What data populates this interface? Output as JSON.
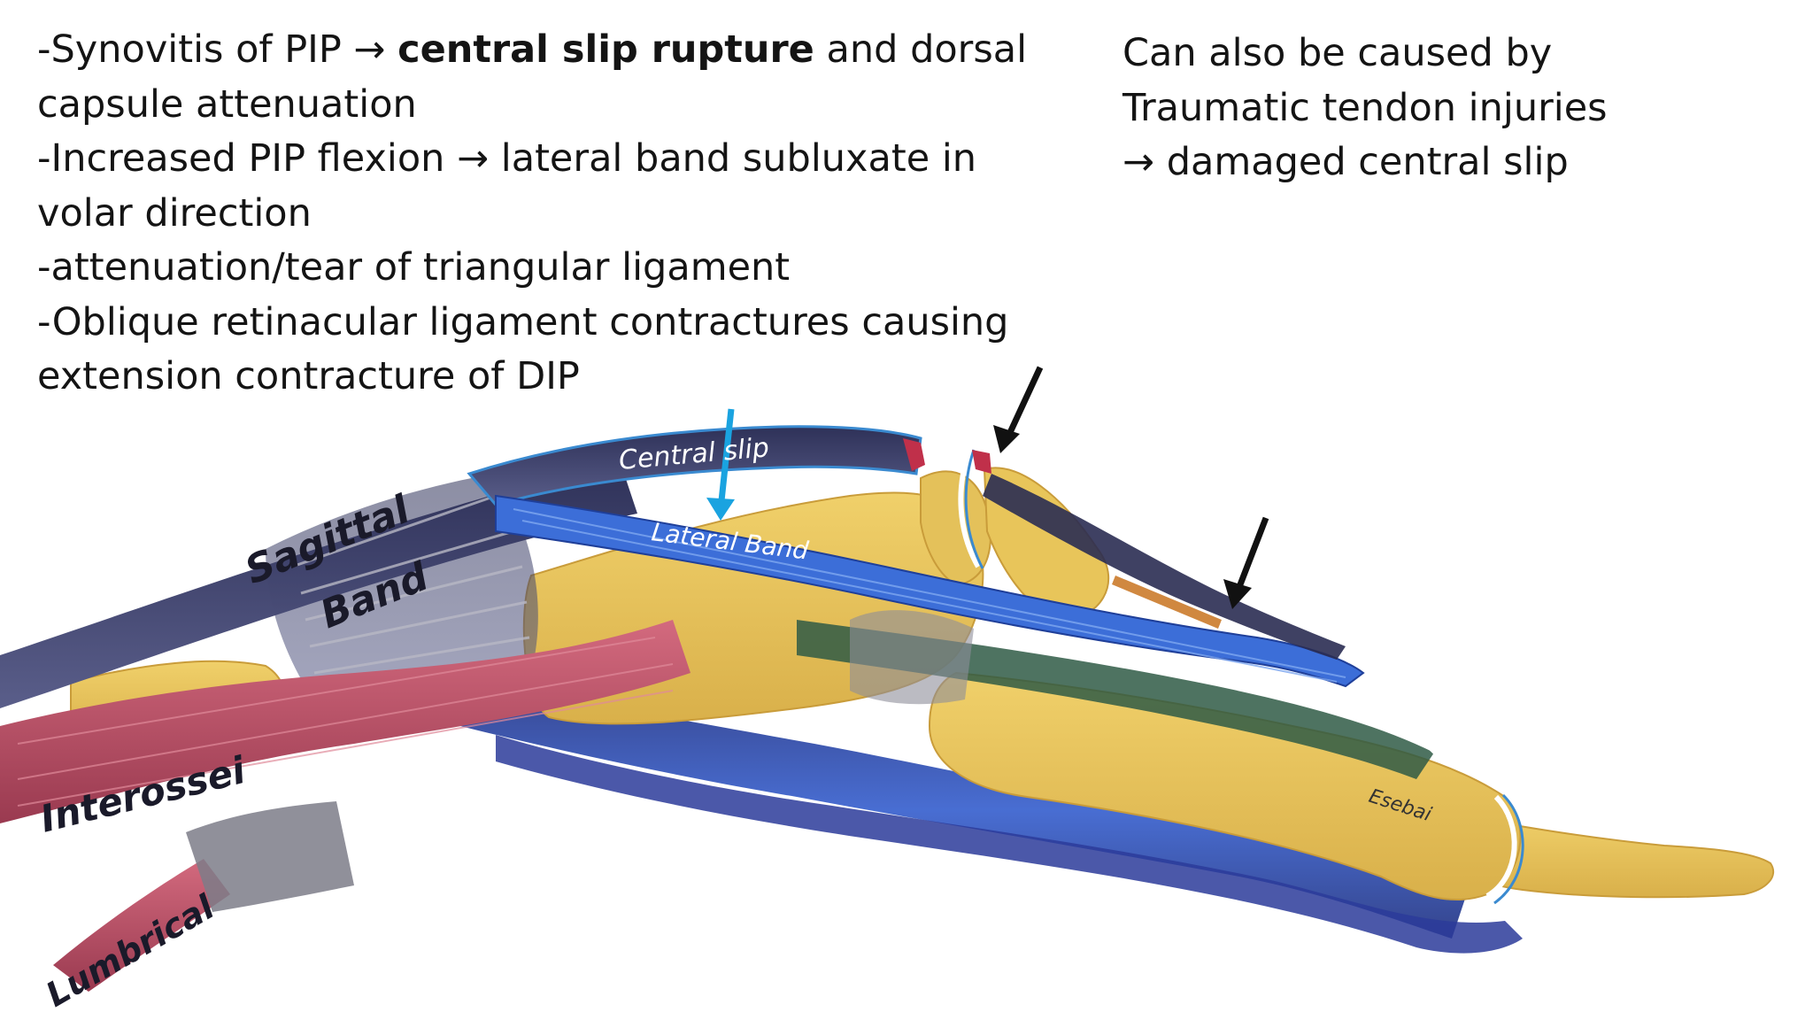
{
  "notes": {
    "line1_prefix": "-Synovitis of PIP ",
    "arrow": "→",
    "line1_bold": "central slip rupture",
    "line1_suffix": " and dorsal capsule attenuation",
    "line2_prefix": "-Increased PIP flexion ",
    "line2_suffix": " lateral band subluxate in volar direction",
    "line3": "-attenuation/tear of triangular ligament",
    "line4": "-Oblique retinacular ligament contractures causing extension contracture of DIP"
  },
  "side_note": {
    "line1": "Can also be caused by",
    "line2": "Traumatic tendon injuries",
    "line3_arrow": "→",
    "line3_text": " damaged central slip"
  },
  "labels": {
    "central_slip": "Central slip",
    "lateral_band": "Lateral Band",
    "sagittal_band_1": "Sagittal",
    "sagittal_band_2": "Band",
    "interossei": "Interossei",
    "lumbrical": "Lumbrical",
    "signature": "Esebai"
  },
  "colors": {
    "bone": "#e8c55a",
    "tendon_blue": "#3a63c8",
    "tendon_dark": "#3b3f6e",
    "muscle_red": "#c0506a",
    "sagittal_grey": "#8a8a96",
    "green_ligament": "#2f5a45",
    "pointer_blue": "#1aa3e0",
    "pointer_black": "#111111",
    "pointer_white": "#ffffff"
  }
}
